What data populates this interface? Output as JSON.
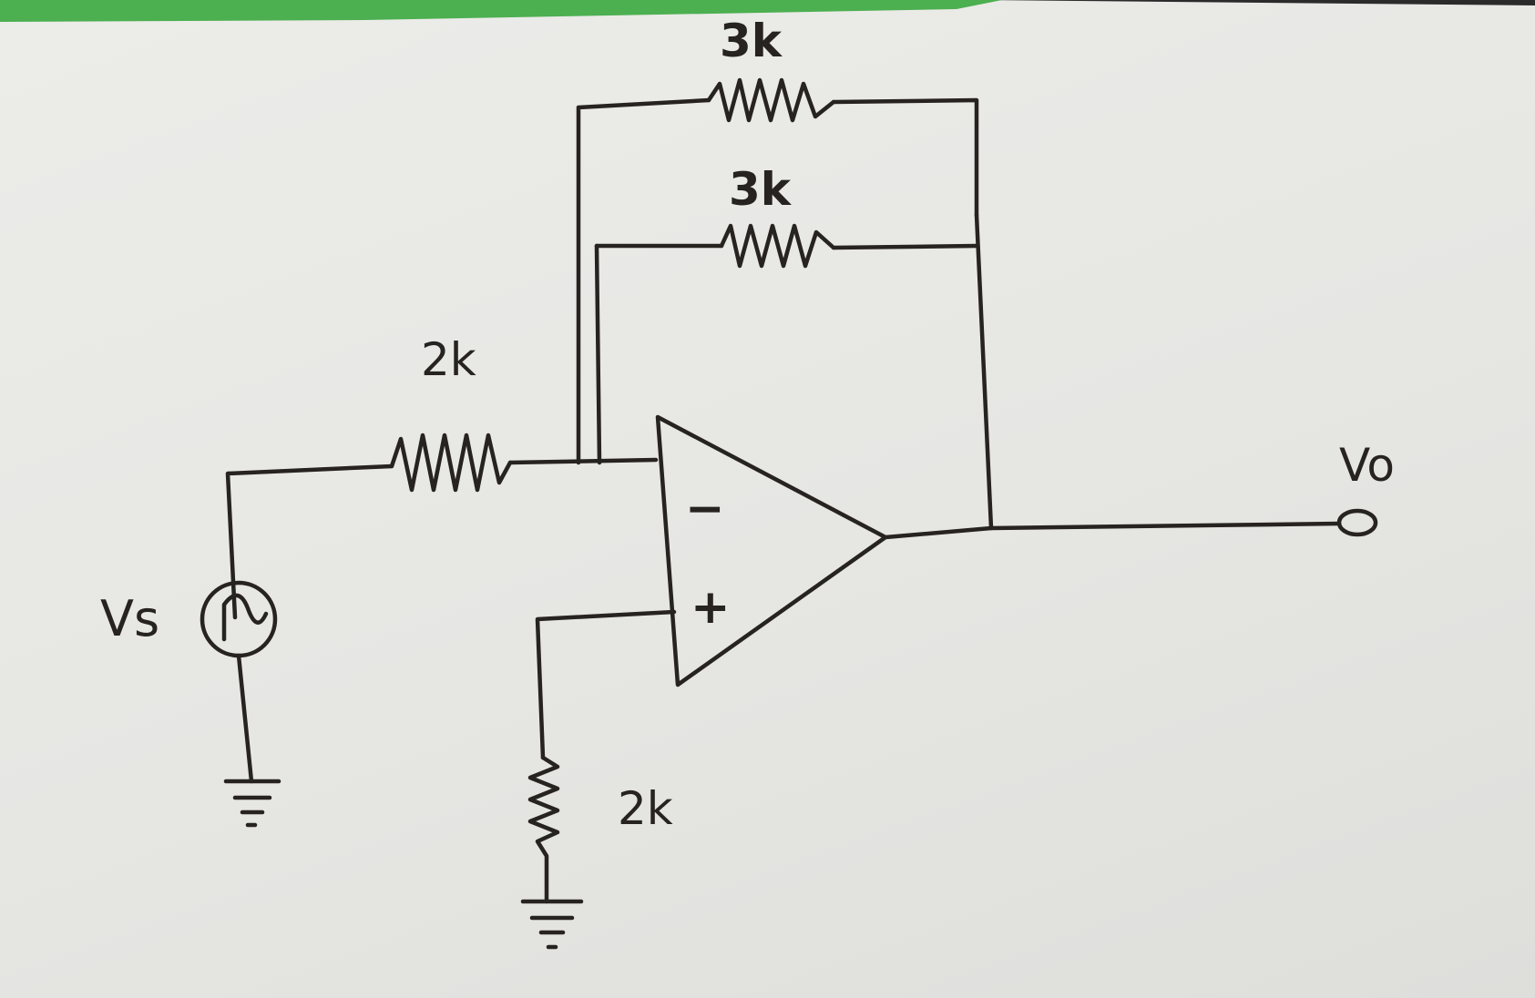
{
  "labels": {
    "r_feedback_top": "3k",
    "r_feedback_bottom": "3k",
    "r_input": "2k",
    "r_ground": "2k",
    "source": "Vs",
    "output": "Vo",
    "inverting_sign": "−",
    "noninverting_sign": "+"
  },
  "colors": {
    "ink": "#262320",
    "paper": "#e9e9e6",
    "top_strip": "#4caf50"
  },
  "icons": {
    "source_symbol": "ac-source-icon",
    "ground_symbol": "ground-icon",
    "output_terminal": "output-terminal-icon"
  }
}
